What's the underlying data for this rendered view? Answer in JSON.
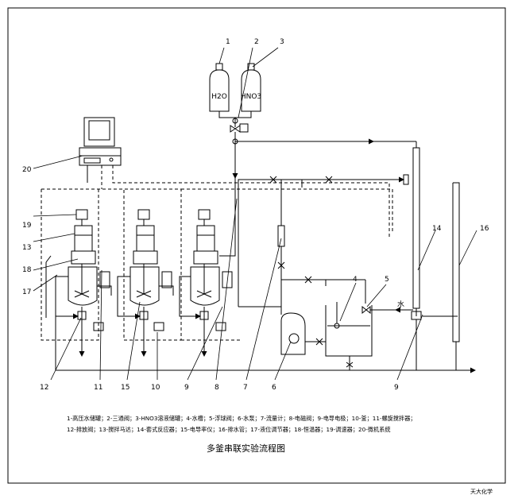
{
  "callouts": [
    "1",
    "2",
    "3",
    "4",
    "5",
    "6",
    "7",
    "8",
    "9",
    "9",
    "10",
    "11",
    "12",
    "13",
    "14",
    "15",
    "16",
    "17",
    "18",
    "19",
    "20"
  ],
  "bottle_labels": {
    "water": "H2O",
    "nitric": "HNO3"
  },
  "water_arrow_label": "水",
  "legend": {
    "line1": "1-高压水储罐；2-三通阀；3-HNO3溶液储罐；4-水槽；5-浮球阀；6-水泵；7-流量计；8-电磁阀；9-电导电极；10-釜；11-螺旋搅拌器；",
    "line2": "12-排放阀；13-搅拌马达；14-套式反应器；15-电导率仪；16-排水管；17-液位调节器；18-恒温器；19-调速器；20-微机系统"
  },
  "title": "多釜串联实验流程图",
  "credit": "天大化学"
}
